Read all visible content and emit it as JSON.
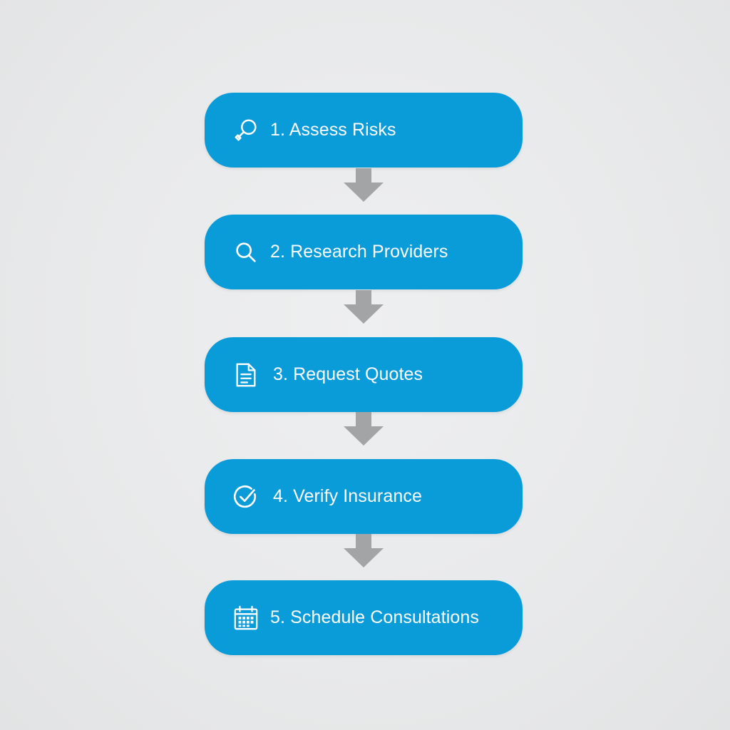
{
  "colors": {
    "background": "#e9eaeb",
    "step_fill": "#0a9bd9",
    "step_text": "#ffffff",
    "arrow": "#a3a4a6"
  },
  "steps": [
    {
      "label": "1. Assess Risks",
      "icon": "magnifier-handle-icon"
    },
    {
      "label": "2. Research Providers",
      "icon": "search-icon"
    },
    {
      "label": "3. Request Quotes",
      "icon": "document-icon"
    },
    {
      "label": "4. Verify Insurance",
      "icon": "check-circle-icon"
    },
    {
      "label": "5. Schedule Consultations",
      "icon": "calendar-icon"
    }
  ]
}
